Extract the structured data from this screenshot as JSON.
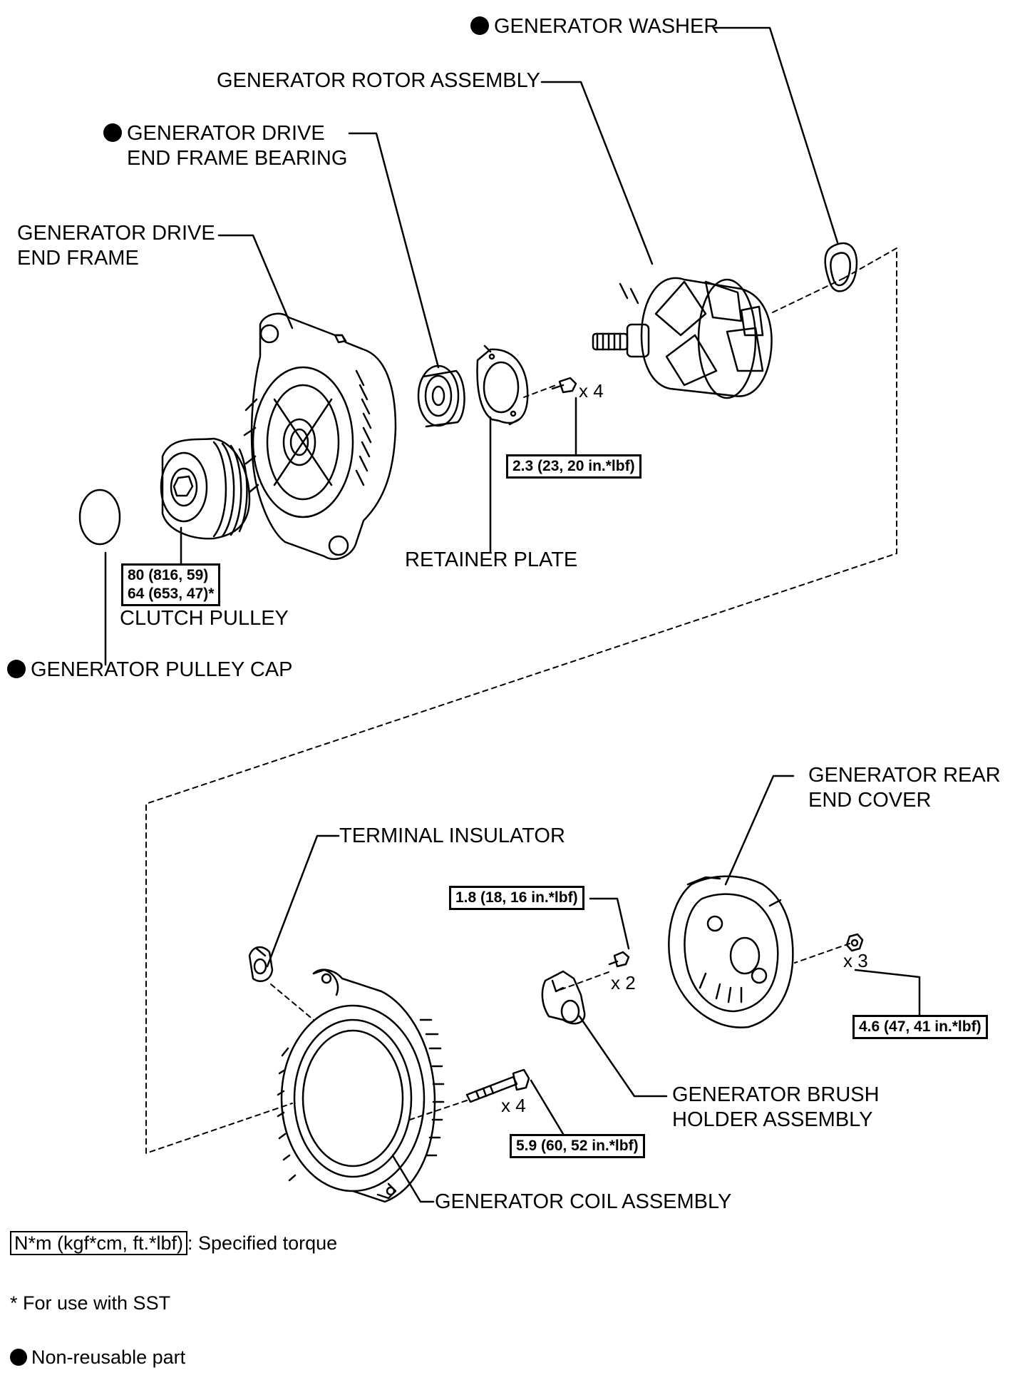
{
  "labels": {
    "generator_washer": "GENERATOR WASHER",
    "rotor_assembly": "GENERATOR ROTOR ASSEMBLY",
    "drive_end_frame_bearing": [
      "GENERATOR DRIVE",
      "END FRAME BEARING"
    ],
    "drive_end_frame": [
      "GENERATOR DRIVE",
      "END FRAME"
    ],
    "retainer_plate": "RETAINER PLATE",
    "clutch_pulley": "CLUTCH PULLEY",
    "pulley_cap": "GENERATOR PULLEY CAP",
    "rear_end_cover": [
      "GENERATOR REAR",
      "END COVER"
    ],
    "terminal_insulator": "TERMINAL INSULATOR",
    "brush_holder": [
      "GENERATOR BRUSH",
      "HOLDER ASSEMBLY"
    ],
    "coil_assembly": "GENERATOR COIL ASSEMBLY"
  },
  "torques": {
    "retainer_screw": "2.3 (23, 20 in.*lbf)",
    "clutch_pulley": [
      "80 (816, 59)",
      "64 (653, 47)*"
    ],
    "brush_holder_screw": "1.8 (18, 16 in.*lbf)",
    "rear_cover_nut": "4.6 (47, 41 in.*lbf)",
    "coil_bolt": "5.9 (60, 52 in.*lbf)"
  },
  "quantities": {
    "retainer_screw": "x 4",
    "brush_holder_screw": "x 2",
    "rear_cover_nut": "x 3",
    "coil_bolt": "x 4"
  },
  "legend": {
    "torque_unit": "N*m (kgf*cm, ft.*lbf)",
    "torque_desc": ": Specified torque",
    "sst_note": "* For use with SST",
    "non_reusable": "Non-reusable part"
  },
  "colors": {
    "ink": "#000000",
    "paper": "#ffffff"
  }
}
